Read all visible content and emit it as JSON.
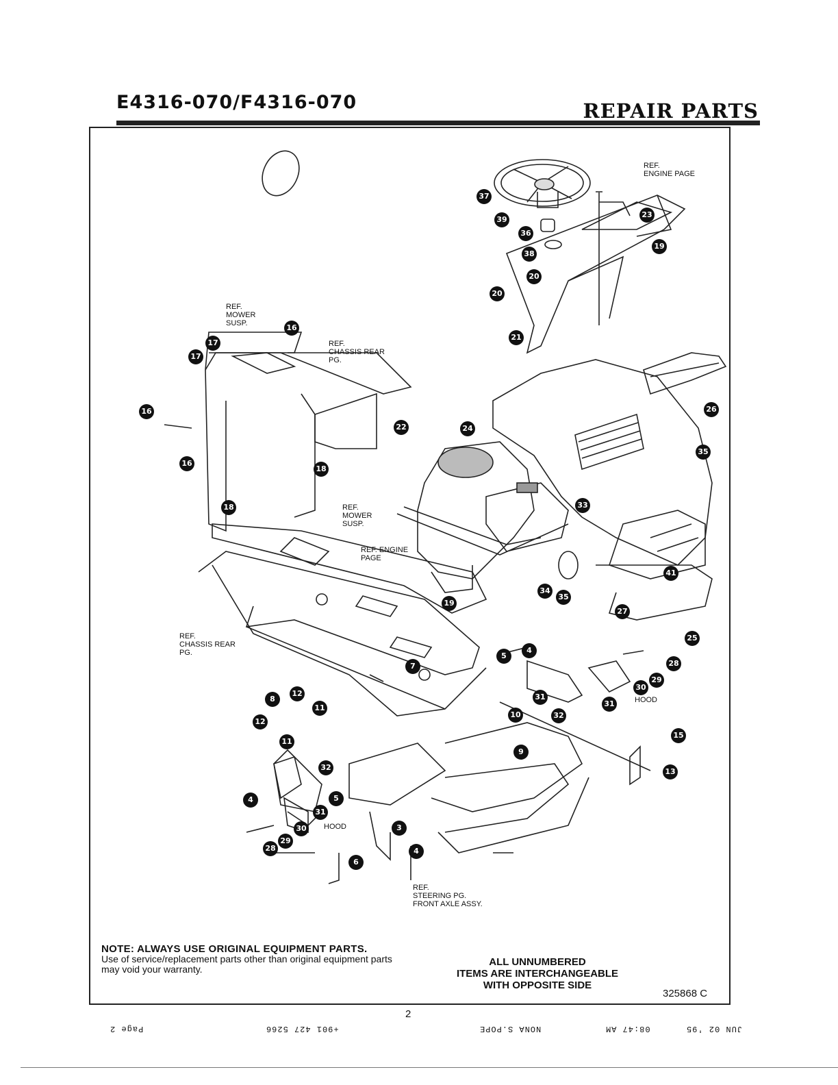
{
  "header": {
    "model": "E4316-070/F4316-070",
    "title": "REPAIR PARTS"
  },
  "refs": {
    "engine_top": "REF.\nENGINE PAGE",
    "mower_susp_top": "REF.\nMOWER\nSUSP.",
    "chassis_rear_top": "REF.\nCHASSIS REAR\nPG.",
    "mower_susp_mid": "REF.\nMOWER\nSUSP.",
    "engine_mid": "REF. ENGINE\nPAGE",
    "chassis_rear_low": "REF.\nCHASSIS REAR\nPG.",
    "hood_right": "HOOD",
    "hood_left": "HOOD",
    "steering": "REF.\nSTEERING PG.\nFRONT AXLE ASSY."
  },
  "callouts": [
    "37",
    "39",
    "36",
    "38",
    "23",
    "19",
    "20",
    "20",
    "21",
    "16",
    "17",
    "17",
    "16",
    "16",
    "18",
    "18",
    "22",
    "24",
    "26",
    "35",
    "33",
    "41",
    "34",
    "35",
    "27",
    "25",
    "19",
    "5",
    "4",
    "7",
    "28",
    "29",
    "30",
    "31",
    "31",
    "32",
    "8",
    "12",
    "11",
    "12",
    "11",
    "10",
    "9",
    "15",
    "13",
    "32",
    "5",
    "4",
    "31",
    "30",
    "29",
    "28",
    "3",
    "4",
    "6"
  ],
  "footer": {
    "note_head": "NOTE: ALWAYS USE ORIGINAL EQUIPMENT PARTS.",
    "note_body": "Use of service/replacement parts other than original equipment parts may void your warranty.",
    "side_line1": "ALL UNNUMBERED",
    "side_line2": "ITEMS ARE INTERCHANGEABLE",
    "side_line3": "WITH OPPOSITE SIDE",
    "doc_number": "325868 C",
    "page_number": "2"
  },
  "fax_strip": {
    "page": "Page 2",
    "phone": "+901 427 5266",
    "sender": "NONA S.POPE",
    "time": "08:47 AM",
    "date": "JUN 02 '95"
  }
}
